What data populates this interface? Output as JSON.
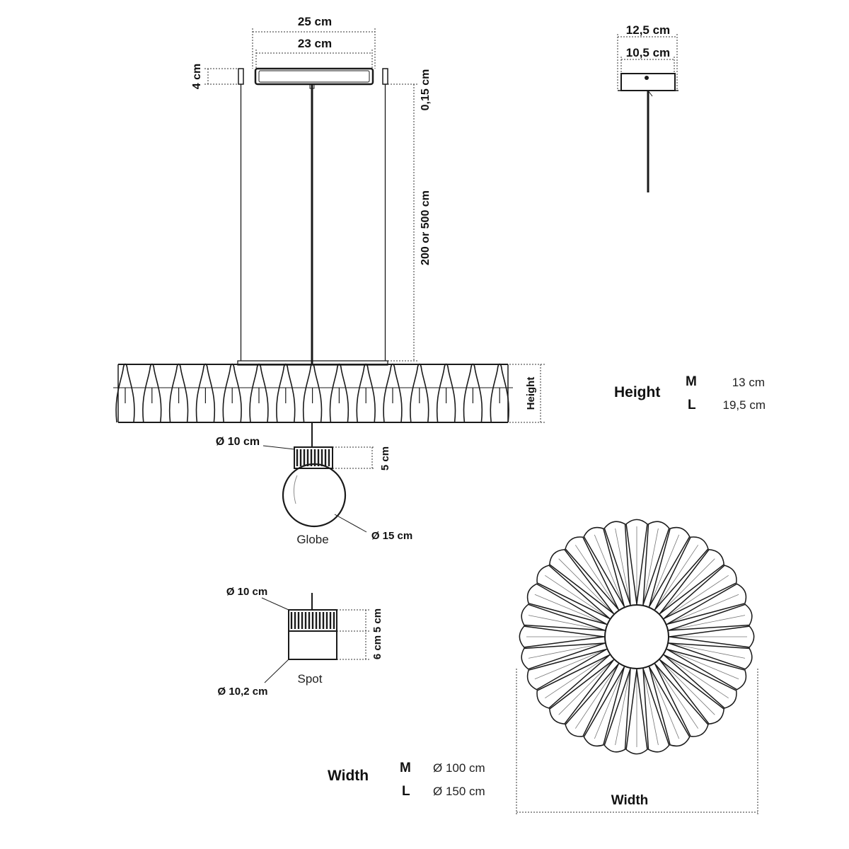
{
  "canopy": {
    "outer_width": "25 cm",
    "inner_width": "23 cm",
    "height": "4 cm",
    "gap": "0,15 cm",
    "cable_length": "200 or 500 cm"
  },
  "side_canopy": {
    "outer_width": "12,5 cm",
    "inner_width": "10,5 cm"
  },
  "ring": {
    "height_label": "Height"
  },
  "height_table": {
    "title": "Height",
    "rows": [
      {
        "size": "M",
        "value": "13 cm"
      },
      {
        "size": "L",
        "value": "19,5 cm"
      }
    ]
  },
  "globe": {
    "holder_diameter": "Ø 10 cm",
    "holder_height": "5 cm",
    "caption": "Globe",
    "diameter": "Ø 15 cm"
  },
  "spot": {
    "holder_diameter": "Ø 10 cm",
    "holder_height": "5 cm",
    "total_height": "6 cm",
    "caption": "Spot",
    "diameter": "Ø 10,2 cm"
  },
  "width_table": {
    "title": "Width",
    "rows": [
      {
        "size": "M",
        "value": "Ø 100 cm"
      },
      {
        "size": "L",
        "value": "Ø 150 cm"
      }
    ]
  },
  "top_view": {
    "width_label": "Width",
    "petal_count": 32
  }
}
